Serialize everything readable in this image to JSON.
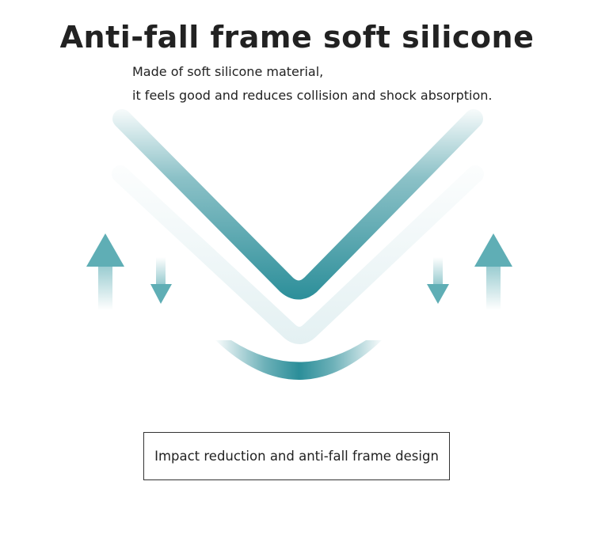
{
  "header": {
    "title": "Anti-fall frame soft silicone",
    "subtitle_line1": "Made of soft silicone material,",
    "subtitle_line2": "it feels good and reduces collision and shock absorption."
  },
  "caption": {
    "text": "Impact reduction and anti-fall frame design"
  },
  "colors": {
    "accent": "#2E8F9A",
    "accent_light": "#E3F0F2",
    "arrow": "#5FAEB5",
    "text": "#222222"
  },
  "icons": [
    "arrow-up-icon",
    "arrow-down-icon"
  ]
}
